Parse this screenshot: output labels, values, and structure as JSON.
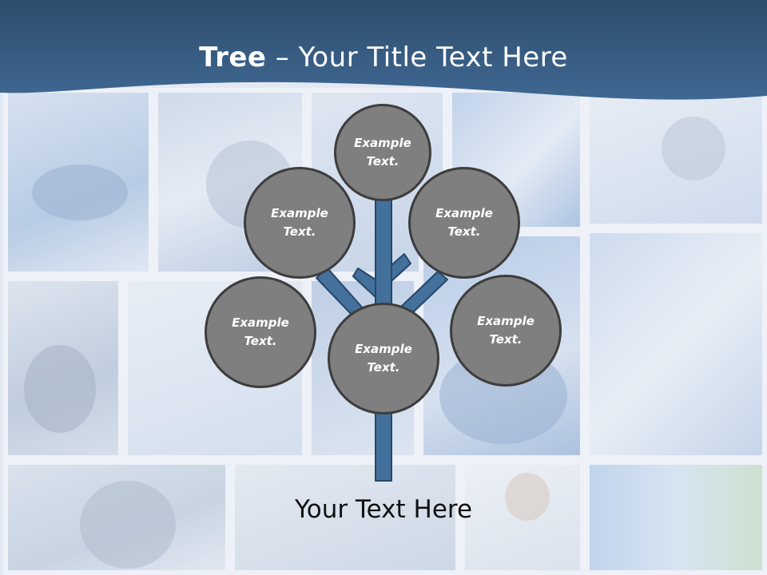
{
  "slide": {
    "title_bold": "Tree",
    "title_rest": " – Your Title Text Here",
    "bottom_text": "Your Text Here"
  },
  "colors": {
    "header": "#3d6690",
    "header_dark": "#2e4d6d",
    "branch": "#44709c",
    "branch_stroke": "#27476a",
    "node_fill": "#7f7f7f",
    "node_border": "#3d3d3d"
  },
  "nodes": [
    {
      "id": "top",
      "text": "Example\nText."
    },
    {
      "id": "upper-left",
      "text": "Example\nText."
    },
    {
      "id": "upper-right",
      "text": "Example\nText."
    },
    {
      "id": "left",
      "text": "Example\nText."
    },
    {
      "id": "center",
      "text": "Example\nText."
    },
    {
      "id": "right",
      "text": "Example\nText."
    }
  ]
}
